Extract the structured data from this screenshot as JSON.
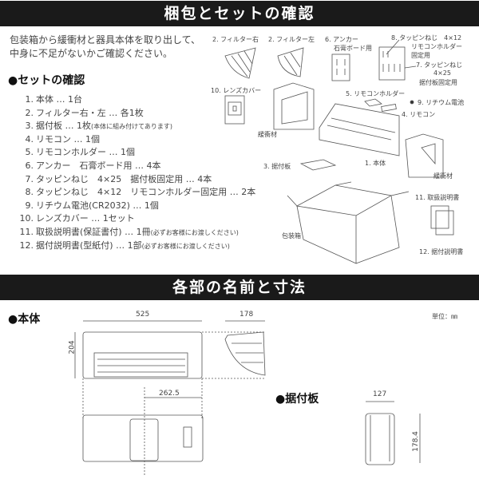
{
  "section1": {
    "title": "梱包とセットの確認",
    "intro": [
      "包装箱から緩衝材と器具本体を取り出して、",
      "中身に不足がないかご確認ください。"
    ],
    "set_heading": "●セットの確認",
    "items": [
      {
        "no": "1.",
        "text": "本体 … 1台",
        "note": ""
      },
      {
        "no": "2.",
        "text": "フィルター右・左 … 各1枚",
        "note": ""
      },
      {
        "no": "3.",
        "text": "据付板 … 1枚",
        "note": "(本体に組み付けてあります)"
      },
      {
        "no": "4.",
        "text": "リモコン … 1個",
        "note": ""
      },
      {
        "no": "5.",
        "text": "リモコンホルダー … 1個",
        "note": ""
      },
      {
        "no": "6.",
        "text": "アンカー　石膏ボード用 … 4本",
        "note": ""
      },
      {
        "no": "7.",
        "text": "タッピンねじ　4×25　据付板固定用 … 4本",
        "note": ""
      },
      {
        "no": "8.",
        "text": "タッピンねじ　4×12　リモコンホルダー固定用 … 2本",
        "note": ""
      },
      {
        "no": "9.",
        "text": "リチウム電池(CR2032) … 1個",
        "note": ""
      },
      {
        "no": "10.",
        "text": "レンズカバー … 1セット",
        "note": ""
      },
      {
        "no": "11.",
        "text": "取扱説明書(保証書付) … 1冊",
        "note": "(必ずお客様にお渡しください)"
      },
      {
        "no": "12.",
        "text": "据付説明書(型紙付) … 1部",
        "note": "(必ずお客様にお渡しください)"
      }
    ],
    "labels": {
      "filter_right": "2. フィルター右",
      "filter_left": "2. フィルター左",
      "anchor": "6. アンカー",
      "anchor_sub": "石膏ボード用",
      "screw8": "8. タッピンねじ　4×12",
      "screw8_sub1": "リモコンホルダー",
      "screw8_sub2": "固定用",
      "screw7": "7. タッピンねじ",
      "screw7_sub1": "4×25",
      "screw7_sub2": "据付板固定用",
      "lens_cover": "10. レンズカバー",
      "remote_holder": "5. リモコンホルダー",
      "battery": "9. リチウム電池",
      "remote": "4. リモコン",
      "cushion_left": "緩衝材",
      "cushion_right": "緩衝材",
      "mount_plate": "3. 据付板",
      "body": "1. 本体",
      "box": "包装箱",
      "manual": "11. 取扱説明書",
      "install_manual": "12. 据付説明書"
    }
  },
  "section2": {
    "title": "各部の名前と寸法",
    "body_heading": "●本体",
    "plate_heading": "●据付板",
    "unit": "単位：㎜",
    "dims": {
      "width": "525",
      "height": "204",
      "depth": "178",
      "center": "262.5",
      "plate_width": "127",
      "plate_height": "178.4"
    }
  }
}
